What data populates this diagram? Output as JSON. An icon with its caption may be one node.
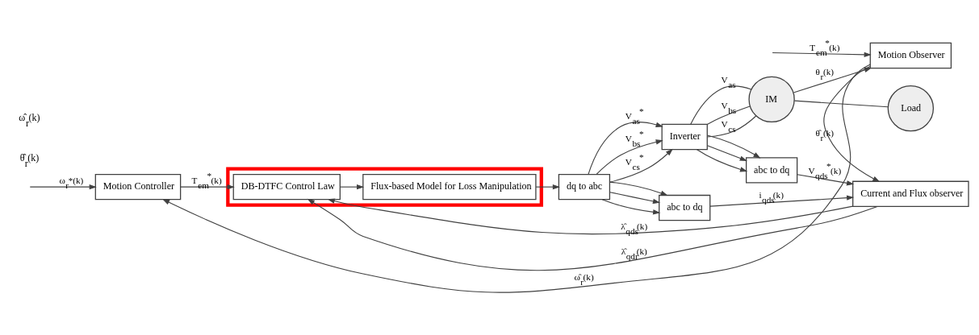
{
  "diagram": {
    "nodes": [
      {
        "text": [
          "Motion Controller"
        ]
      },
      {
        "text": [],
        "shape": "box"
      },
      {
        "text": [
          "DB-DTFC Control Law"
        ],
        "in": 1
      },
      {
        "text": [
          "Flux-based Model for Loss Manipulation"
        ],
        "in": 1
      },
      {
        "text": [
          "dq to abc"
        ]
      },
      {
        "text": [
          "Inverter"
        ]
      },
      {
        "text": [
          "IM"
        ]
      },
      {
        "text": [
          "Load"
        ]
      },
      {
        "text": [
          "abc to dq"
        ]
      },
      {
        "text": [
          "abc to dq"
        ]
      },
      {
        "text": [
          "Current and Flux observer"
        ]
      },
      {
        "text": [
          "Motion Observer"
        ]
      }
    ],
    "edges": [
      {
        "from": null,
        "to": 0,
        "arrow": "to",
        "label": "ω$_{r}$*(k)"
      },
      {
        "from": 0,
        "to": 2,
        "arrow": "to",
        "label": "T$_{em}$$^{*}$(k)"
      },
      {
        "from": 10,
        "to": 2,
        "arrow": "to",
        "label": "λ̂$_{qds}$(k)"
      },
      {
        "from": 10,
        "to": 2,
        "arrow": "to",
        "label": "λ̂$_{qdr}$(k)"
      },
      {
        "from": 11,
        "to": 0,
        "arrow": "to",
        "label": "ω̂$_{r}$(k)"
      },
      {
        "from": 2,
        "to": 3,
        "arrow": "to"
      },
      {
        "from": 3,
        "to": 4,
        "arrow": "to"
      },
      {
        "from": 4,
        "to": 5,
        "arrow": "to",
        "label": "V$_{as}$$^{*}$"
      },
      {
        "from": 4,
        "to": 5,
        "arrow": "to",
        "label": "V$_{bs}$$^{*}$"
      },
      {
        "from": 4,
        "to": 5,
        "arrow": "to",
        "label": "V$_{cs}$$^{*}$"
      },
      {
        "from": 4,
        "to": 8,
        "arrow": "to"
      },
      {
        "from": 4,
        "to": 8,
        "arrow": "to"
      },
      {
        "from": 4,
        "to": 8,
        "arrow": "to"
      },
      {
        "from": 5,
        "to": 6,
        "arrow": "none",
        "label": "V$_{as}$"
      },
      {
        "from": 5,
        "to": 6,
        "arrow": "none",
        "label": "V$_{bs}$"
      },
      {
        "from": 5,
        "to": 6,
        "arrow": "none",
        "label": "V$_{cs}$"
      },
      {
        "from": 5,
        "to": 9,
        "arrow": "to"
      },
      {
        "from": 5,
        "to": 9,
        "arrow": "to"
      },
      {
        "from": 5,
        "to": 9,
        "arrow": "to"
      },
      {
        "from": 6,
        "to": 7,
        "arrow": "none"
      },
      {
        "from": 6,
        "to": 11,
        "arrow": "to",
        "label": "θ$_{r}$(k)"
      },
      {
        "from": 8,
        "to": 10,
        "arrow": "to",
        "label": "i$_{qds}$(k)"
      },
      {
        "from": 9,
        "to": 10,
        "arrow": "to",
        "label": "V$_{qds}$$^{*}$(k)"
      },
      {
        "from": 11,
        "to": 10,
        "arrow": "to",
        "label": "θ̂$_{r}$(k)"
      },
      {
        "from": null,
        "to": 11,
        "arrow": "to",
        "label": "T$_{em}$$^{*}$(k)"
      }
    ],
    "labels": [
      "θ̂$_{r}$(k)",
      "ω̂$_{r}$(k)"
    ]
  }
}
